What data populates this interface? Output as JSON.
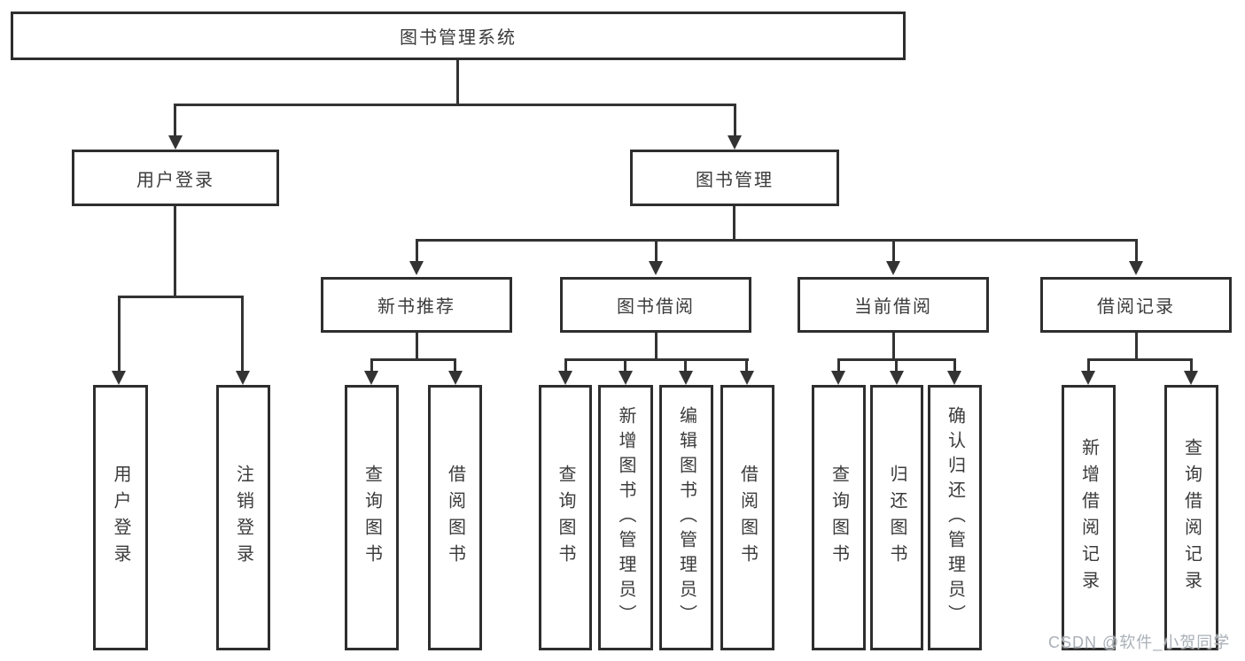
{
  "root": {
    "label": "图书管理系统"
  },
  "user_login_branch": {
    "label": "用户登录",
    "children": [
      {
        "label": "用户登录"
      },
      {
        "label": "注销登录"
      }
    ]
  },
  "book_management_branch": {
    "label": "图书管理",
    "sections": [
      {
        "label": "新书推荐",
        "children": [
          {
            "label": "查询图书"
          },
          {
            "label": "借阅图书"
          }
        ]
      },
      {
        "label": "图书借阅",
        "children": [
          {
            "label": "查询图书"
          },
          {
            "label": "新增图书（管理员）"
          },
          {
            "label": "编辑图书（管理员）"
          },
          {
            "label": "借阅图书"
          }
        ]
      },
      {
        "label": "当前借阅",
        "children": [
          {
            "label": "查询图书"
          },
          {
            "label": "归还图书"
          },
          {
            "label": "确认归还（管理员）"
          }
        ]
      },
      {
        "label": "借阅记录",
        "children": [
          {
            "label": "新增借阅记录"
          },
          {
            "label": "查询借阅记录"
          }
        ]
      }
    ]
  },
  "watermark": "CSDN @软件_小贺同学",
  "colors": {
    "line": "#333333",
    "border": "#2e2e2e",
    "text": "#3b3b3b",
    "watermark": "#aab0b8",
    "background": "#ffffff"
  }
}
